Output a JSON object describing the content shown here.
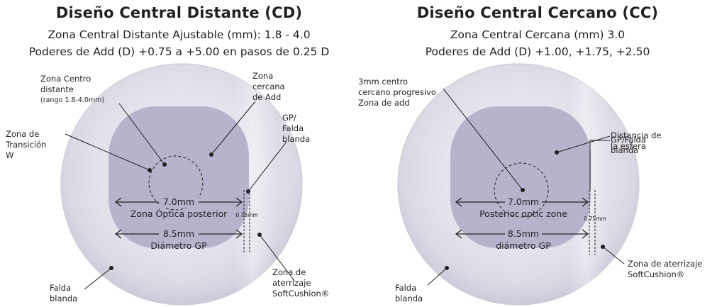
{
  "colors": {
    "lens_outer": "#dcdae6",
    "lens_edge": "#c9c6d6",
    "optic_zone": "#b5b0ca",
    "text": "#231f20"
  },
  "cd": {
    "title": "Diseño Central Distante (CD)",
    "subtitle1": "Zona Central Distante Ajustable (mm): 1.8 - 4.0",
    "subtitle2": "Poderes de Add (D) +0.75 a +5.00 en pasos de 0.25 D",
    "label_center_1": "Zona Centro",
    "label_center_2": "distante",
    "label_center_3": "(rango 1.8-4.0mm)",
    "label_near_1": "Zona",
    "label_near_2": "cercana",
    "label_near_3": "de Add",
    "label_transition_1": "Zona de",
    "label_transition_2": "Transición",
    "label_transition_3": "W",
    "label_gp_1": "GP/",
    "label_gp_2": "Falda",
    "label_gp_3": "blanda",
    "measure_optic": "7.0mm",
    "label_optic_zone": "Zona Óptica posterior",
    "measure_gap": "0.75mm",
    "measure_gp": "8.5mm",
    "label_gp_diameter": "Diámetro GP",
    "label_landing_1": "Zona de",
    "label_landing_2": "aterrizaje",
    "label_landing_3": "SoftCushion®",
    "label_skirt_1": "Falda",
    "label_skirt_2": "blanda"
  },
  "cc": {
    "title": "Diseño Central Cercano (CC)",
    "subtitle1": "Zona Central Cercana (mm) 3.0",
    "subtitle2": "Poderes de Add (D) +1.00, +1.75, +2.50",
    "label_center_1": "3mm centro",
    "label_center_2": "cercano progresivo",
    "label_center_3": "Zona de add",
    "label_distance_1": "Distancia de",
    "label_distance_2": "la esfera",
    "label_gp_1": "GP/Falda",
    "label_gp_2": "blanda",
    "measure_optic": "7.0mm",
    "label_optic_zone": "Posterior optic zone",
    "measure_gap": "0.75mm",
    "measure_gp": "8.5mm",
    "label_gp_diameter": "diámetro GP",
    "label_landing_1": "Zona de aterrizaje",
    "label_landing_2": "SoftCushion®",
    "label_skirt_1": "Falda",
    "label_skirt_2": "blanda"
  }
}
